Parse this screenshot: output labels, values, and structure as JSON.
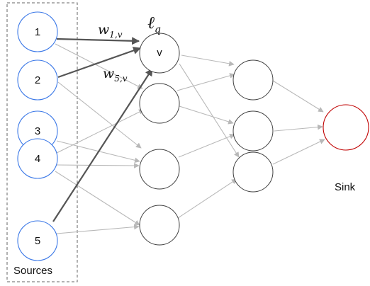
{
  "sources": [
    {
      "id": "1",
      "label": "1"
    },
    {
      "id": "2",
      "label": "2"
    },
    {
      "id": "3",
      "label": "3"
    },
    {
      "id": "4",
      "label": "4"
    },
    {
      "id": "5",
      "label": "5"
    }
  ],
  "layer_q_nodes": [
    {
      "id": "v",
      "label": "v"
    },
    {
      "id": "h2",
      "label": ""
    },
    {
      "id": "h3",
      "label": ""
    },
    {
      "id": "h4",
      "label": ""
    }
  ],
  "next_layer_nodes": [
    {
      "id": "m1",
      "label": ""
    },
    {
      "id": "m2",
      "label": ""
    },
    {
      "id": "m3",
      "label": ""
    }
  ],
  "sources_caption": "Sources",
  "sink_caption": "Sink",
  "layer_label": {
    "main": "ℓ",
    "sub": "q"
  },
  "weight_label_1": {
    "main": "w",
    "sub": "1,v"
  },
  "weight_label_5": {
    "main": "w",
    "sub": "5,v"
  },
  "colors": {
    "source_border": "#3b78e7",
    "sink_border": "#c00000",
    "highlight_edge": "#555555",
    "edge": "#b8b8b8",
    "node_border": "#404040"
  }
}
